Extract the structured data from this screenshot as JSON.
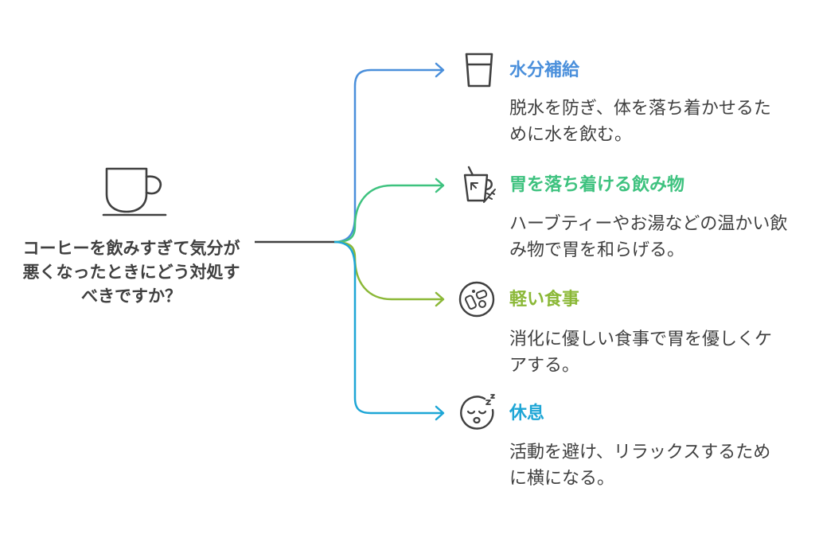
{
  "root": {
    "title": "コーヒーを飲みすぎて気分が悪くなったときにどう対処すべきですか？",
    "icon": "coffee-cup-icon"
  },
  "branches": [
    {
      "title": "水分補給",
      "description": "脱水を防ぎ、体を落ち着かせるために水を飲む。",
      "icon": "water-glass-icon",
      "color": "#4a8fdb"
    },
    {
      "title": "胃を落ち着ける飲み物",
      "description": "ハーブティーやお湯などの温かい飲み物で胃を和らげる。",
      "icon": "herbal-tea-icon",
      "color": "#3ec27f"
    },
    {
      "title": "軽い食事",
      "description": "消化に優しい食事で胃を優しくケアする。",
      "icon": "light-meal-icon",
      "color": "#8bb837"
    },
    {
      "title": "休息",
      "description": "活動を避け、リラックスするために横になる。",
      "icon": "sleeping-face-icon",
      "color": "#1ea6d6"
    }
  ]
}
